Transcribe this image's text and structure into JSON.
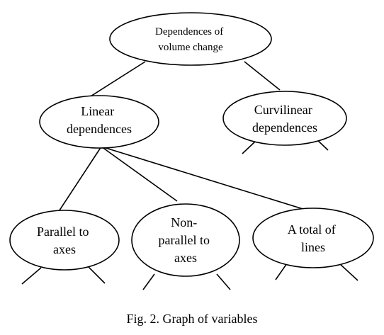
{
  "nodes": {
    "root": {
      "lines": [
        "Dependences of",
        "volume change"
      ]
    },
    "linear": {
      "lines": [
        "Linear",
        "dependences"
      ]
    },
    "curvilinear": {
      "lines": [
        "Curvilinear",
        "dependences"
      ]
    },
    "parallel": {
      "lines": [
        "Parallel to",
        "axes"
      ]
    },
    "nonparallel": {
      "lines": [
        "Non-",
        "parallel to",
        "axes"
      ]
    },
    "total": {
      "lines": [
        "A total of",
        "lines"
      ]
    }
  },
  "caption": "Fig. 2. Graph of variables"
}
